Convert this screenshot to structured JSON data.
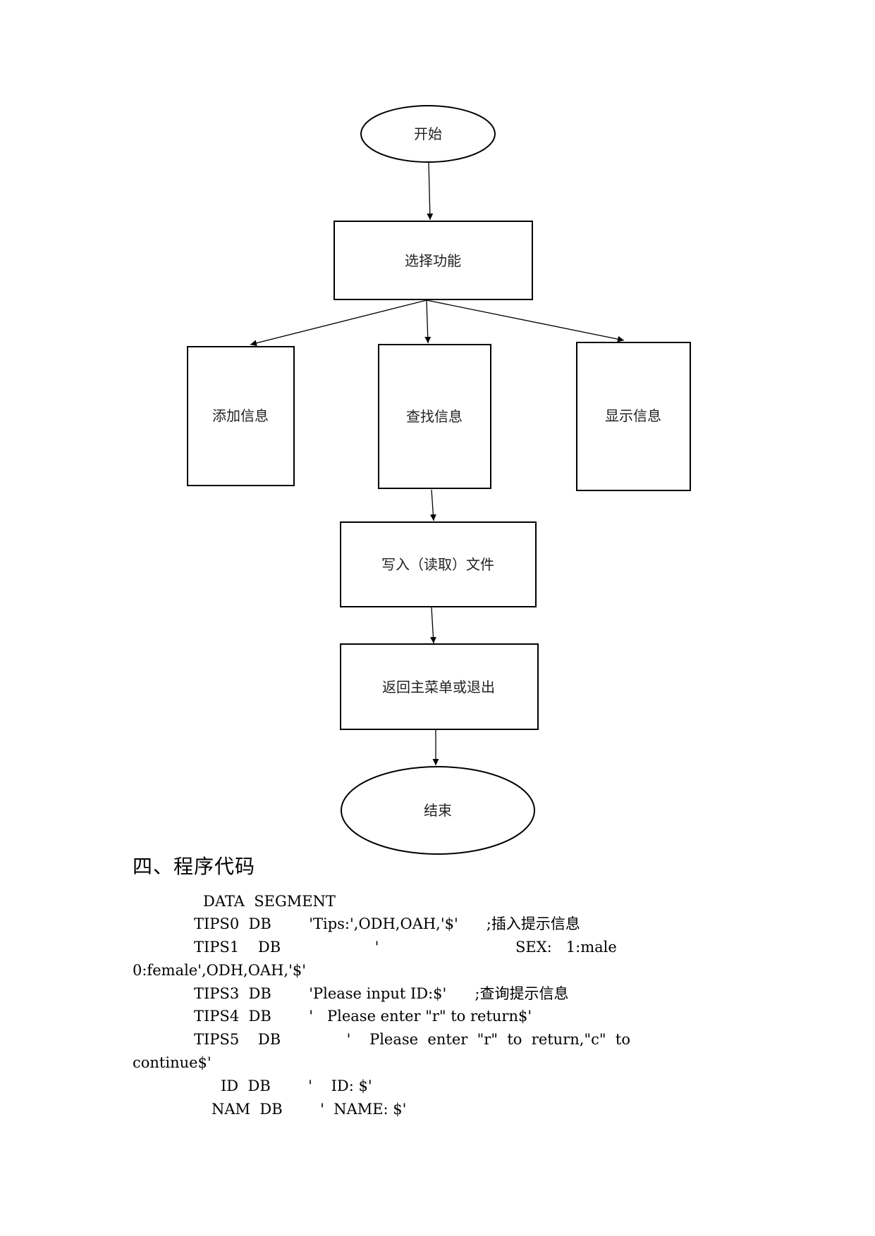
{
  "flowchart": {
    "nodes": {
      "start": "开始",
      "select": "选择功能",
      "add": "添加信息",
      "find": "查找信息",
      "show": "显示信息",
      "file": "写入（读取）文件",
      "back": "返回主菜单或退出",
      "end": "结束"
    }
  },
  "section": {
    "heading": "四、程序代码"
  },
  "code": {
    "lines": [
      "DATA  SEGMENT",
      "TIPS0  DB        'Tips:',ODH,OAH,'$'      ;插入提示信息",
      "TIPS1    DB                    '                             SEX:   1:male",
      "0:female',ODH,OAH,'$'",
      "TIPS3  DB        'Please input ID:$'      ;查询提示信息",
      "TIPS4  DB        '   Please enter \"r\" to return$'",
      "TIPS5    DB              '    Please  enter  \"r\"  to  return,\"c\"  to",
      "continue$'",
      "ID  DB        '    ID: $'",
      "NAM  DB        '  NAME: $'"
    ]
  }
}
